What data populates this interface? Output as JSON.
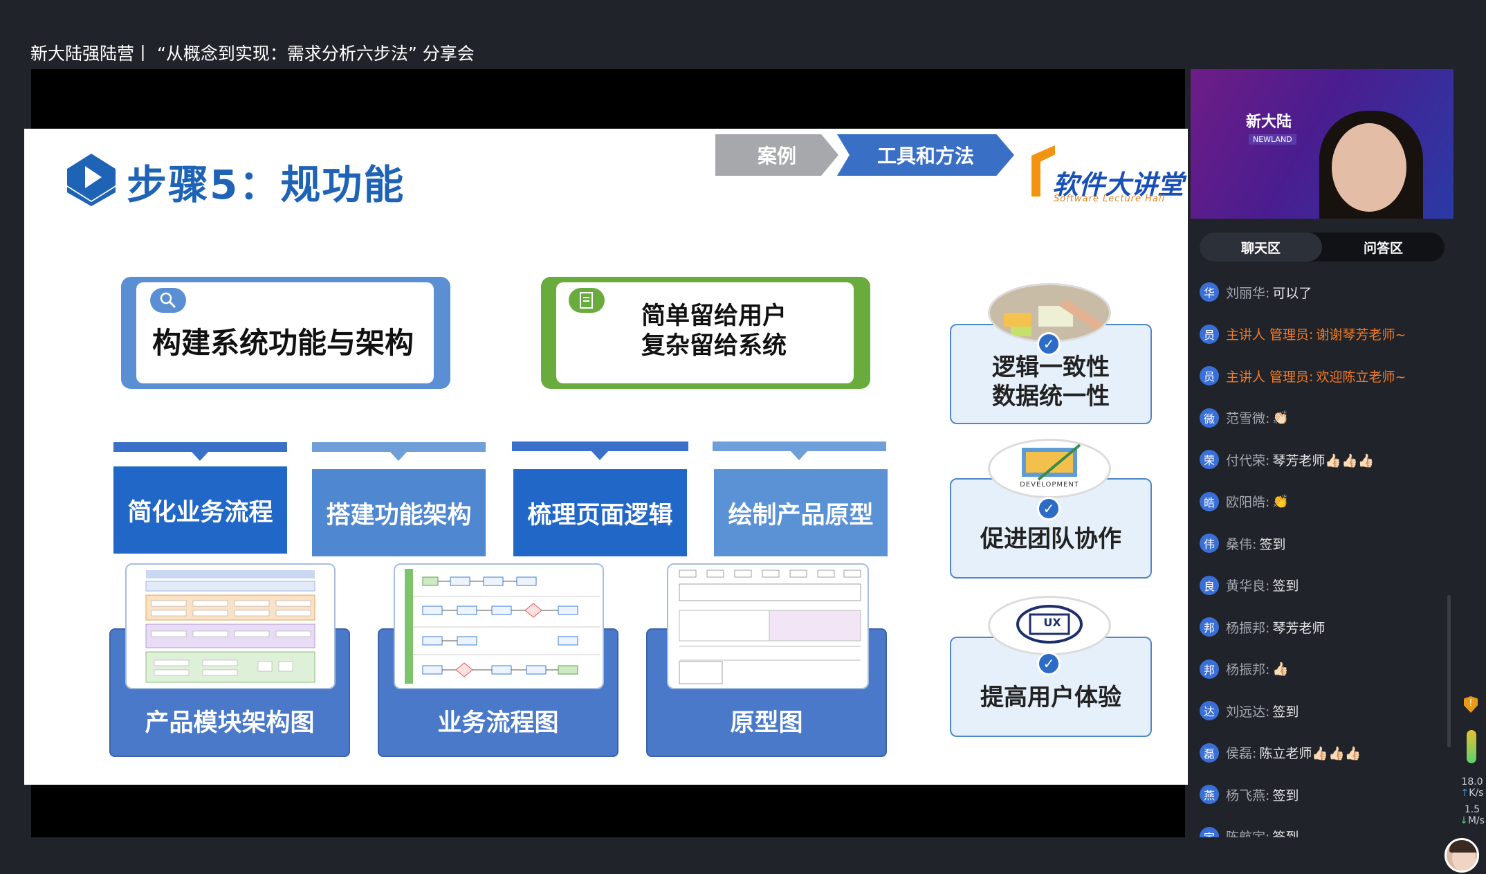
{
  "header": {
    "title": "新大陆强陆营丨 “从概念到实现：需求分析六步法” 分享会"
  },
  "slide": {
    "title": "步骤5：规功能",
    "breadcrumb": [
      "案例",
      "工具和方法"
    ],
    "logo": {
      "text": "软件大讲堂",
      "subtitle": "Software Lecture Hall"
    },
    "box_blue": "构建系统功能与架构",
    "box_green": [
      "简单留给用户",
      "复杂留给系统"
    ],
    "blocks": [
      "简化业务流程",
      "搭建功能架构",
      "梳理页面逻辑",
      "绘制产品原型"
    ],
    "panels": [
      "产品模块架构图",
      "业务流程图",
      "原型图"
    ],
    "right": [
      {
        "lines": [
          "逻辑一致性",
          "数据统一性"
        ]
      },
      {
        "lines": [
          "促进团队协作"
        ],
        "badge": "DEVELOPMENT"
      },
      {
        "lines": [
          "提高用户体验"
        ],
        "badge": "UX"
      }
    ],
    "colors": {
      "blue": "#3970c6",
      "green": "#6aab3e",
      "gray": "#a7a8ab"
    }
  },
  "camera": {
    "banner_text": "新大陆",
    "banner_sub": "NEWLAND"
  },
  "tabs": [
    "聊天区",
    "问答区"
  ],
  "chat": [
    {
      "avatar": "华",
      "name": "刘丽华:",
      "text": "可以了",
      "host": false
    },
    {
      "avatar": "员",
      "name": "主讲人 管理员:",
      "text": "谢谢琴芳老师~",
      "host": true
    },
    {
      "avatar": "员",
      "name": "主讲人 管理员:",
      "text": "欢迎陈立老师~",
      "host": true
    },
    {
      "avatar": "微",
      "name": "范雪微:",
      "text": "👏🏻",
      "host": false
    },
    {
      "avatar": "荣",
      "name": "付代荣:",
      "text": "琴芳老师👍🏻👍🏻👍🏻",
      "host": false
    },
    {
      "avatar": "皓",
      "name": "欧阳皓:",
      "text": "👏",
      "host": false
    },
    {
      "avatar": "伟",
      "name": "桑伟:",
      "text": "签到",
      "host": false
    },
    {
      "avatar": "良",
      "name": "黄华良:",
      "text": "签到",
      "host": false
    },
    {
      "avatar": "邦",
      "name": "杨振邦:",
      "text": "琴芳老师",
      "host": false
    },
    {
      "avatar": "邦",
      "name": "杨振邦:",
      "text": "👍🏻",
      "host": false
    },
    {
      "avatar": "达",
      "name": "刘远达:",
      "text": "签到",
      "host": false
    },
    {
      "avatar": "磊",
      "name": "侯磊:",
      "text": "陈立老师👍🏻👍🏻👍🏻",
      "host": false
    },
    {
      "avatar": "燕",
      "name": "杨飞燕:",
      "text": "签到",
      "host": false
    },
    {
      "avatar": "宇",
      "name": "陈航宇:",
      "text": "签到",
      "host": false
    }
  ],
  "network": {
    "up_value": "18.0",
    "up_unit": "K/s",
    "down_value": "1.5",
    "down_unit": "M/s"
  },
  "chat_colors": {
    "host": "#f27b25",
    "avatar": "#3a6fd8"
  }
}
